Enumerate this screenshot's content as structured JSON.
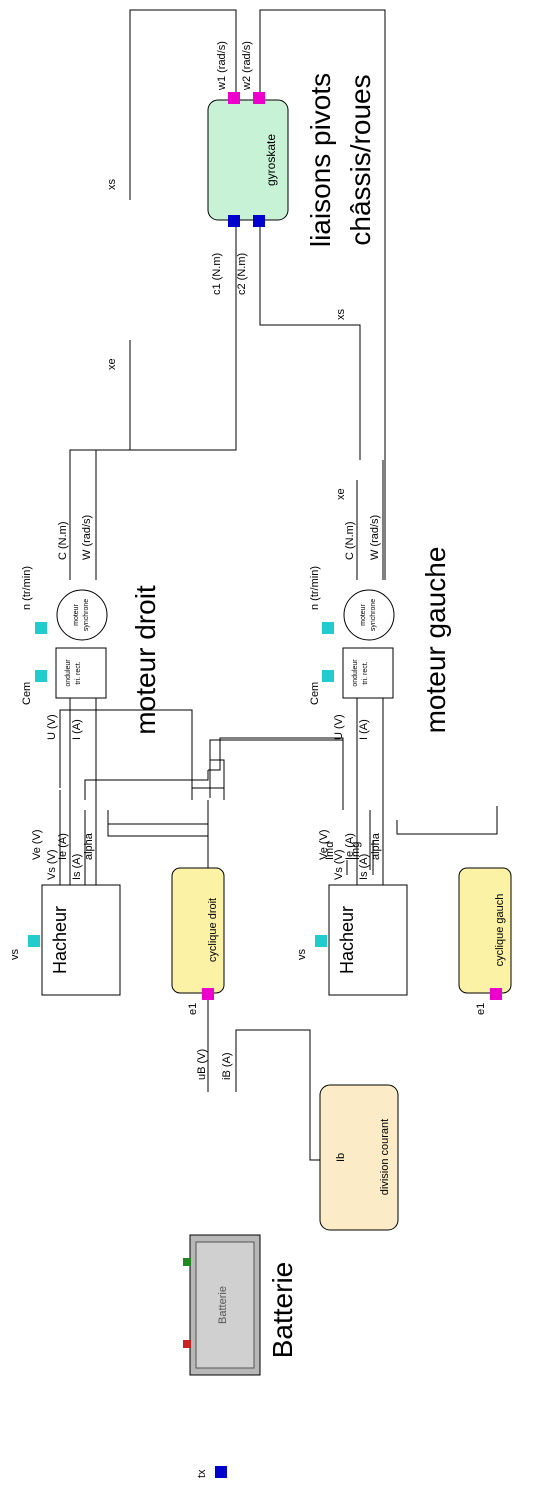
{
  "blocks": {
    "batterie_label": "Batterie",
    "battery_text": "Batterie",
    "hacheur_text": "Hacheur",
    "onduleur_line1": "onduleur",
    "onduleur_line2": "tri. rect.",
    "moteur_line1": "moteur",
    "moteur_line2": "synchrone",
    "gyroskate": "gyroskate",
    "cyclique_droit": "cyclique droit",
    "cyclique_gauche": "cyclique gauch",
    "division_courant": "division courant"
  },
  "section_titles": {
    "moteur_droit": "moteur droit",
    "moteur_gauche": "moteur gauche",
    "liaisons_line1": "liaisons pivots",
    "liaisons_line2": "châssis/roues"
  },
  "ports": {
    "tx": "tx",
    "uB": "uB (V)",
    "iB": "iB (A)",
    "Ve": "Ve (V)",
    "Ie": "Ie (A)",
    "alpha": "alpha",
    "vs": "vs",
    "e1": "e1",
    "Vs": "Vs (V)",
    "Is": "Is (A)",
    "U": "U (V)",
    "I": "I (A)",
    "Cem": "Cem",
    "n": "n (tr/min)",
    "C": "C (N.m)",
    "W": "W (rad/s)",
    "xe": "xe",
    "xs": "xs",
    "c1": "c1 (N.m)",
    "c2": "c2 (N.m)",
    "w1": "w1 (rad/s)",
    "w2": "w2 (rad/s)",
    "Ib": "Ib",
    "Imd": "Imd",
    "Img": "Img"
  },
  "colors": {
    "port_blue": "#0000cc",
    "port_cyan": "#22cccc",
    "port_magenta": "#ee00cc",
    "yellow_block": "#fbf2a6",
    "green_block": "#c8f2d6",
    "beige_block": "#fbebc6",
    "battery_gray": "#b8b8b8"
  }
}
